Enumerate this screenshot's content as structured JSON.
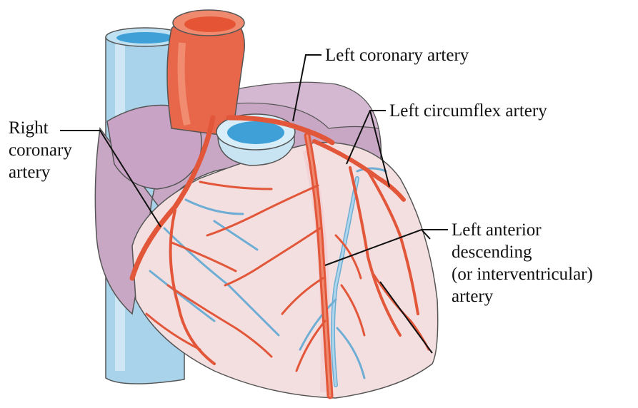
{
  "labels": {
    "left_coronary_artery": "Left coronary artery",
    "left_circumflex_artery": "Left circumflex artery",
    "right_coronary_artery": [
      "Right",
      "coronary",
      "artery"
    ],
    "left_anterior_descending": [
      "Left anterior",
      "descending",
      "(or interventricular)",
      "artery"
    ]
  },
  "colors": {
    "artery": "#e8664a",
    "artery_dark": "#c44a30",
    "vein": "#9ccbe6",
    "vein_dark": "#5fa3cc",
    "heart_wall": "#f3dede",
    "heart_back": "#c9a9c4",
    "leader_line": "#111111"
  }
}
